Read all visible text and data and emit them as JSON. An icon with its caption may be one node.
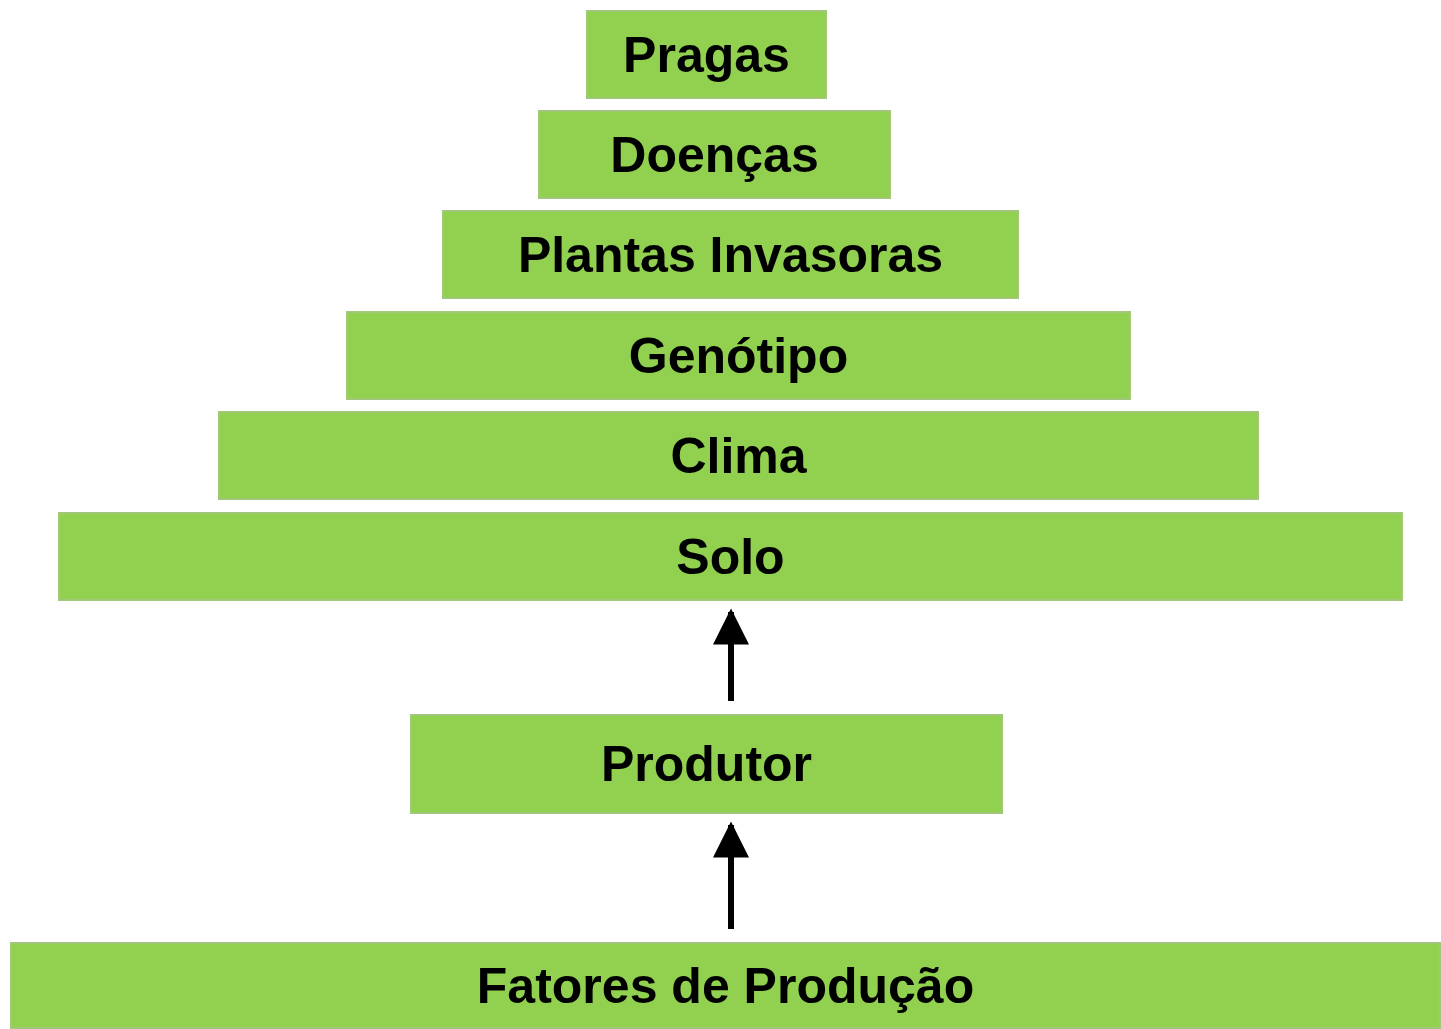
{
  "diagram": {
    "nodes": [
      {
        "text": [
          "Pragas"
        ]
      },
      {
        "text": [
          "Doenças"
        ]
      },
      {
        "text": [
          "Plantas Invasoras"
        ]
      },
      {
        "text": [
          "Genótipo"
        ]
      },
      {
        "text": [
          "Clima"
        ]
      },
      {
        "text": [
          "Solo"
        ]
      },
      {
        "text": [
          "Produtor"
        ]
      },
      {
        "text": [
          "Fatores de Produção"
        ]
      }
    ],
    "edges": [
      {
        "from": 6,
        "to": 5,
        "arrow": "to"
      },
      {
        "from": 7,
        "to": 6,
        "arrow": "to"
      }
    ]
  }
}
